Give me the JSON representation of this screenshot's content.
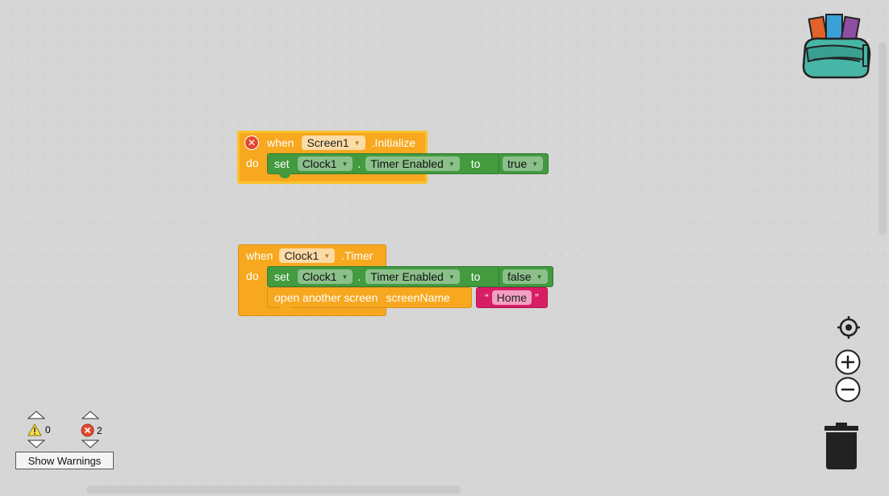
{
  "block1": {
    "when": "when",
    "component": "Screen1",
    "event": ".Initialize",
    "do": "do",
    "set": "set",
    "target": "Clock1",
    "dot": ".",
    "property": "Timer Enabled",
    "to": "to",
    "value": "true"
  },
  "block2": {
    "when": "when",
    "component": "Clock1",
    "event": ".Timer",
    "do": "do",
    "set": "set",
    "target": "Clock1",
    "dot": ".",
    "property": "Timer Enabled",
    "to": "to",
    "value": "false",
    "open_screen": "open another screen",
    "screen_name_label": "screenName",
    "open_quote": "“",
    "close_quote": "”",
    "screen_value": "Home"
  },
  "warnings": {
    "warning_count": "0",
    "error_count": "2",
    "show_button": "Show Warnings"
  },
  "icons": {
    "backpack": "backpack-icon",
    "recenter": "crosshair-icon",
    "zoom_in": "plus-circle-icon",
    "zoom_out": "minus-circle-icon",
    "trash": "trash-icon",
    "warning": "warning-triangle-icon",
    "error": "error-x-icon"
  },
  "colors": {
    "event_block": "#f7a81f",
    "set_block": "#439a3f",
    "text_block": "#d81e63",
    "error": "#e14a2f"
  }
}
